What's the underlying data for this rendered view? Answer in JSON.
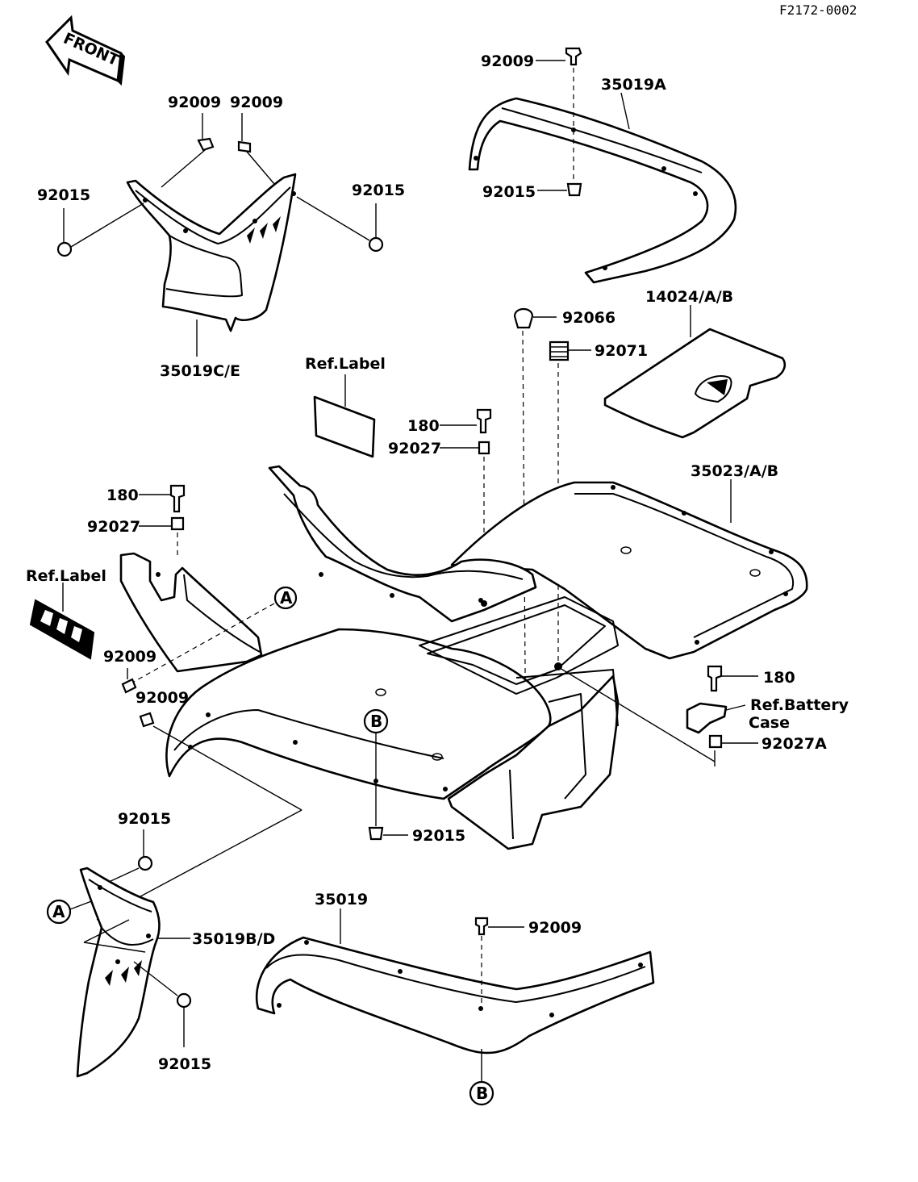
{
  "diagram_code": "F2172-0002",
  "front_arrow": {
    "label": "FRONT",
    "icon": "front-arrow-icon"
  },
  "labels": {
    "p92009_top_right": "92009",
    "p35019A": "35019A",
    "p92015_top_right": "92015",
    "p92009_left_a": "92009",
    "p92009_left_b": "92009",
    "p92015_left": "92015",
    "p92015_left_right": "92015",
    "p35019CE": "35019C/E",
    "p92066": "92066",
    "p14024": "14024/A/B",
    "p92071": "92071",
    "ref_label_top": "Ref.Label",
    "p180_mid": "180",
    "p92027_mid": "92027",
    "p35023": "35023/A/B",
    "p180_left": "180",
    "p92027_left": "92027",
    "ref_label_left": "Ref.Label",
    "callout_a_mid": "A",
    "p92009_body": "92009",
    "p92009_body2": "92009",
    "p180_right": "180",
    "ref_battery_case": [
      "Ref.Battery",
      "Case"
    ],
    "p92027A": "92027A",
    "callout_b_mid": "B",
    "p92015_bottom_mid": "92015",
    "p92015_bottom_left": "92015",
    "callout_a_bottom": "A",
    "p35019BD": "35019B/D",
    "p35019": "35019",
    "p92009_bottom": "92009",
    "p92015_bottom_left2": "92015",
    "callout_b_bottom": "B"
  }
}
